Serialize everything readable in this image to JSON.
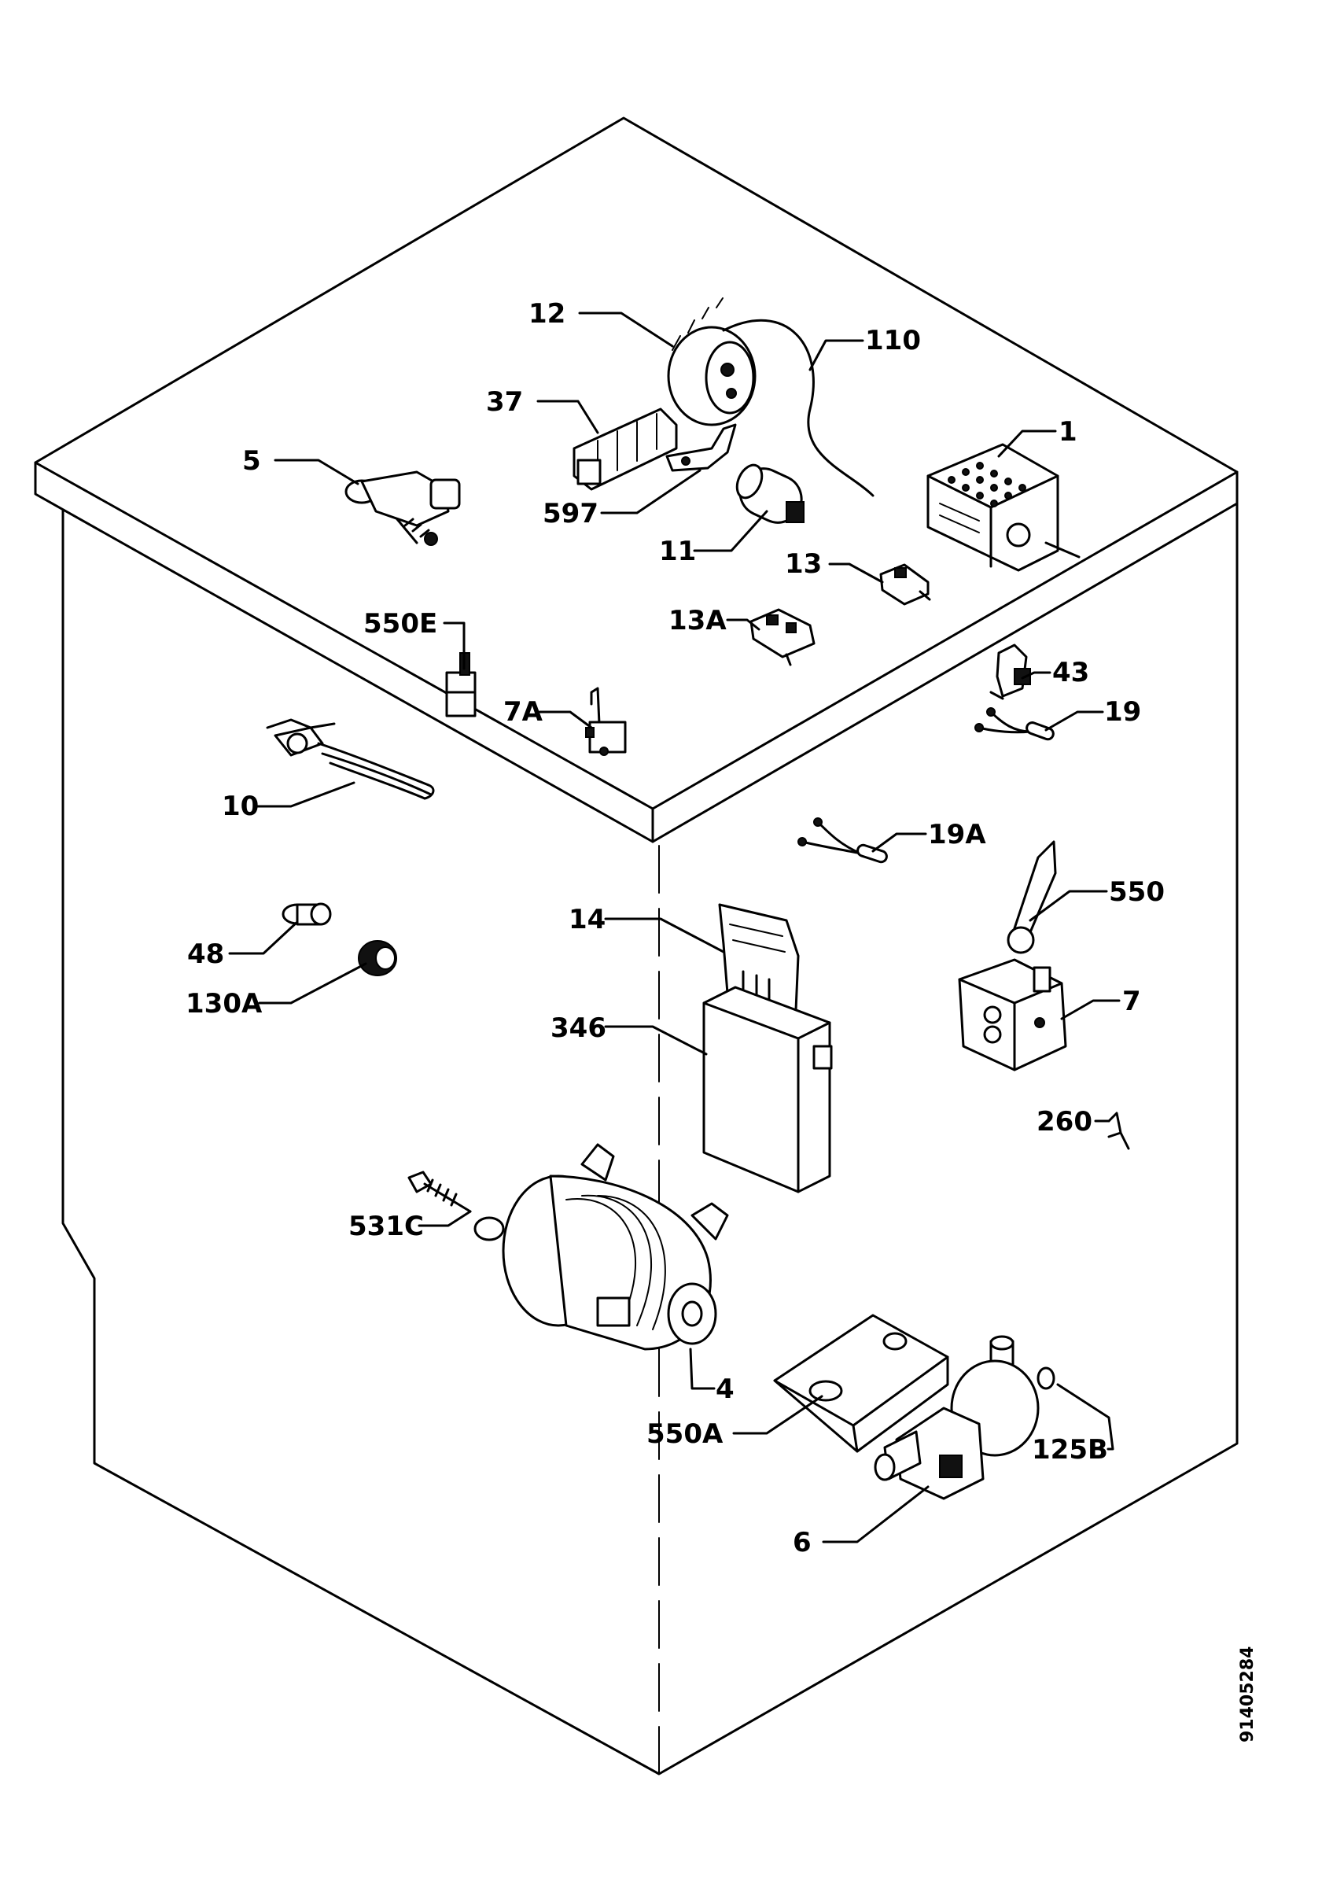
{
  "diagram": {
    "document_id": "91405284",
    "callouts": [
      {
        "id": "c-12",
        "text": "12"
      },
      {
        "id": "c-110",
        "text": "110"
      },
      {
        "id": "c-37",
        "text": "37"
      },
      {
        "id": "c-5",
        "text": "5"
      },
      {
        "id": "c-1",
        "text": "1"
      },
      {
        "id": "c-597",
        "text": "597"
      },
      {
        "id": "c-11",
        "text": "11"
      },
      {
        "id": "c-13",
        "text": "13"
      },
      {
        "id": "c-13a",
        "text": "13A"
      },
      {
        "id": "c-550e",
        "text": "550E"
      },
      {
        "id": "c-43",
        "text": "43"
      },
      {
        "id": "c-7a",
        "text": "7A"
      },
      {
        "id": "c-19",
        "text": "19"
      },
      {
        "id": "c-10",
        "text": "10"
      },
      {
        "id": "c-19a",
        "text": "19A"
      },
      {
        "id": "c-550",
        "text": "550"
      },
      {
        "id": "c-14",
        "text": "14"
      },
      {
        "id": "c-48",
        "text": "48"
      },
      {
        "id": "c-130a",
        "text": "130A"
      },
      {
        "id": "c-7",
        "text": "7"
      },
      {
        "id": "c-346",
        "text": "346"
      },
      {
        "id": "c-260",
        "text": "260"
      },
      {
        "id": "c-531c",
        "text": "531C"
      },
      {
        "id": "c-4",
        "text": "4"
      },
      {
        "id": "c-550a",
        "text": "550A"
      },
      {
        "id": "c-125b",
        "text": "125B"
      },
      {
        "id": "c-6",
        "text": "6"
      }
    ]
  }
}
